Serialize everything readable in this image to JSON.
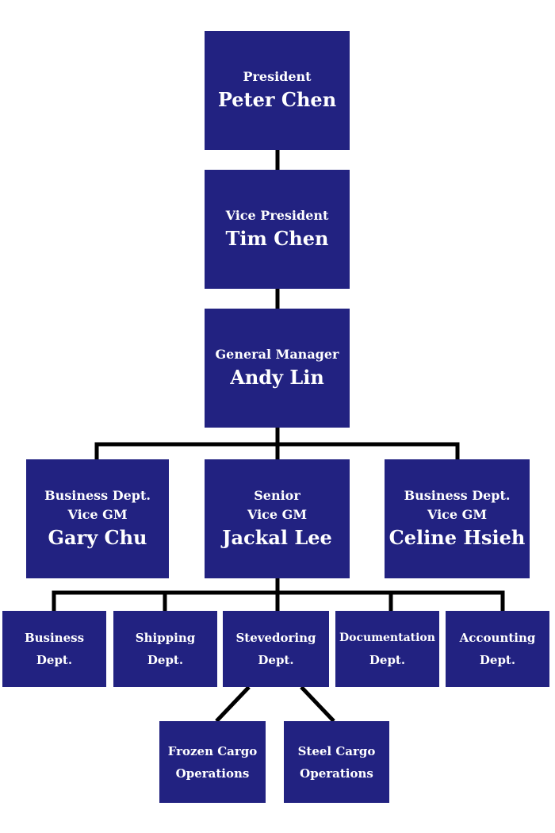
{
  "org_chart": {
    "president": {
      "title": "President",
      "name": "Peter Chen"
    },
    "vice_president": {
      "title": "Vice President",
      "name": "Tim Chen"
    },
    "general_manager": {
      "title": "General Manager",
      "name": "Andy Lin"
    },
    "vice_gm_business_left": {
      "title_line1": "Business Dept.",
      "title_line2": "Vice GM",
      "name": "Gary Chu"
    },
    "senior_vice_gm": {
      "title_line1": "Senior",
      "title_line2": "Vice GM",
      "name": "Jackal Lee"
    },
    "vice_gm_business_right": {
      "title_line1": "Business Dept.",
      "title_line2": "Vice GM",
      "name": "Celine Hsieh"
    },
    "departments": [
      {
        "line1": "Business",
        "line2": "Dept."
      },
      {
        "line1": "Shipping",
        "line2": "Dept."
      },
      {
        "line1": "Stevedoring",
        "line2": "Dept."
      },
      {
        "line1": "Documentation",
        "line2": "Dept."
      },
      {
        "line1": "Accounting",
        "line2": "Dept."
      }
    ],
    "operations": [
      {
        "line1": "Frozen Cargo",
        "line2": "Operations"
      },
      {
        "line1": "Steel Cargo",
        "line2": "Operations"
      }
    ]
  },
  "colors": {
    "box": "#222281",
    "text": "#ffffff",
    "connector": "#000000"
  }
}
